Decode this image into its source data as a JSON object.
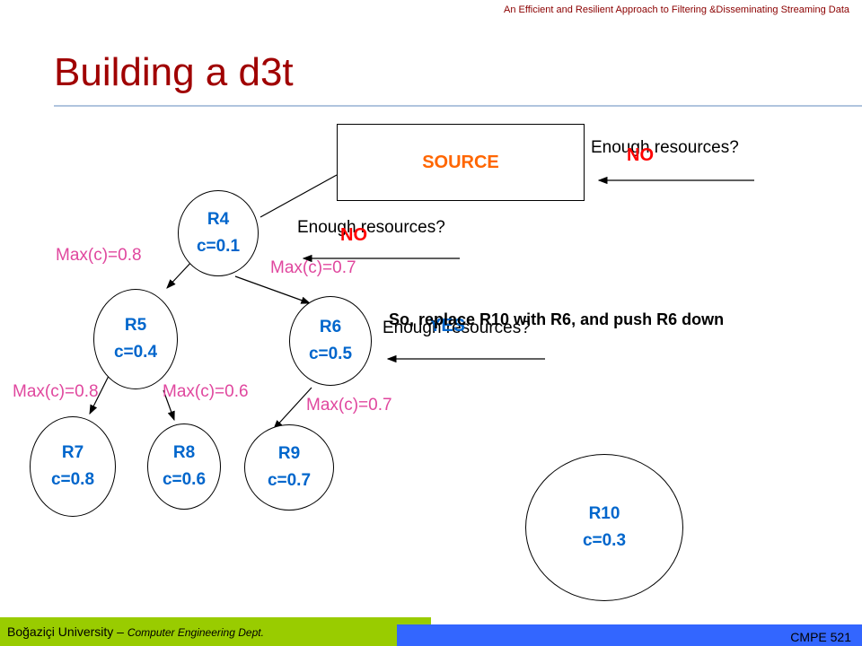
{
  "header": {
    "subtitle": "An Efficient and Resilient Approach to Filtering &Disseminating Streaming Data"
  },
  "title": "Building a d3t",
  "source": {
    "label": "SOURCE"
  },
  "nodes": [
    {
      "id": "R4",
      "name": "R4",
      "c": "c=0.1"
    },
    {
      "id": "R5",
      "name": "R5",
      "c": "c=0.4"
    },
    {
      "id": "R6",
      "name": "R6",
      "c": "c=0.5"
    },
    {
      "id": "R7",
      "name": "R7",
      "c": "c=0.8"
    },
    {
      "id": "R8",
      "name": "R8",
      "c": "c=0.6"
    },
    {
      "id": "R9",
      "name": "R9",
      "c": "c=0.7"
    },
    {
      "id": "R10",
      "name": "R10",
      "c": "c=0.3"
    }
  ],
  "edge_labels": {
    "r4_r5": "Max(c)=0.8",
    "r4_r6": "Max(c)=0.7",
    "r5_r7": "Max(c)=0.8",
    "r5_r8": "Max(c)=0.6",
    "r6_r9": "Max(c)=0.7"
  },
  "annotations": {
    "question": "Enough resources?",
    "no": "NO",
    "yes": "YES",
    "note": "So, replace R10 with R6, and push R6 down"
  },
  "footer": {
    "university": "Boğaziçi University – ",
    "dept": "Computer Engineering Dept.",
    "course": "CMPE 521"
  },
  "colors": {
    "title": "#a00000",
    "node_text": "#0066cc",
    "source_text": "#ff6600",
    "edge_label": "#e0479e",
    "no": "#ff0000",
    "footer_green": "#99cc00",
    "footer_blue": "#3366ff"
  }
}
